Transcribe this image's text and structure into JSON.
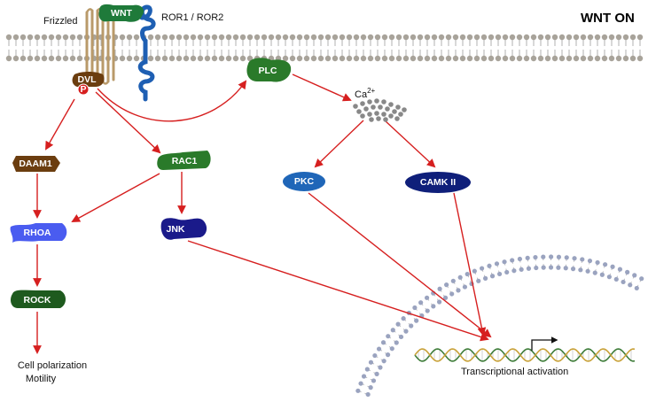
{
  "title": "WNT ON",
  "labels": {
    "frizzled": "Frizzled",
    "ror": "ROR1 / ROR2",
    "ca": "Ca",
    "ca_sup": "2+",
    "transcription": "Transcriptional activation",
    "outcome_line1": "Cell polarization",
    "outcome_line2": "Motility",
    "phospho": "P"
  },
  "nodes": {
    "wnt": "WNT",
    "dvl": "DVL",
    "plc": "PLC",
    "daam1": "DAAM1",
    "rac1": "RAC1",
    "rhoa": "RHOA",
    "jnk": "JNK",
    "rock": "ROCK",
    "pkc": "PKC",
    "camk2": "CAMK II"
  },
  "colors": {
    "arrow": "#d61f1f",
    "wnt": "#1f7a3a",
    "dvl": "#6b3d0f",
    "plc": "#2a7a2a",
    "daam1": "#6b3d0f",
    "rac1": "#2a7a2a",
    "rhoa": "#4a5cf0",
    "jnk": "#1a1a8a",
    "rock": "#1e5a1e",
    "pkc": "#1f66b8",
    "camk2": "#0f1f7a",
    "ror": "#1e5fb3",
    "frizzled": "#b99a6a",
    "membrane_head": "#a8a39a",
    "nuclear_head": "#9aa3bf",
    "calcium": "#888888",
    "dna_a": "#3f7d3a",
    "dna_b": "#c9a23a"
  }
}
